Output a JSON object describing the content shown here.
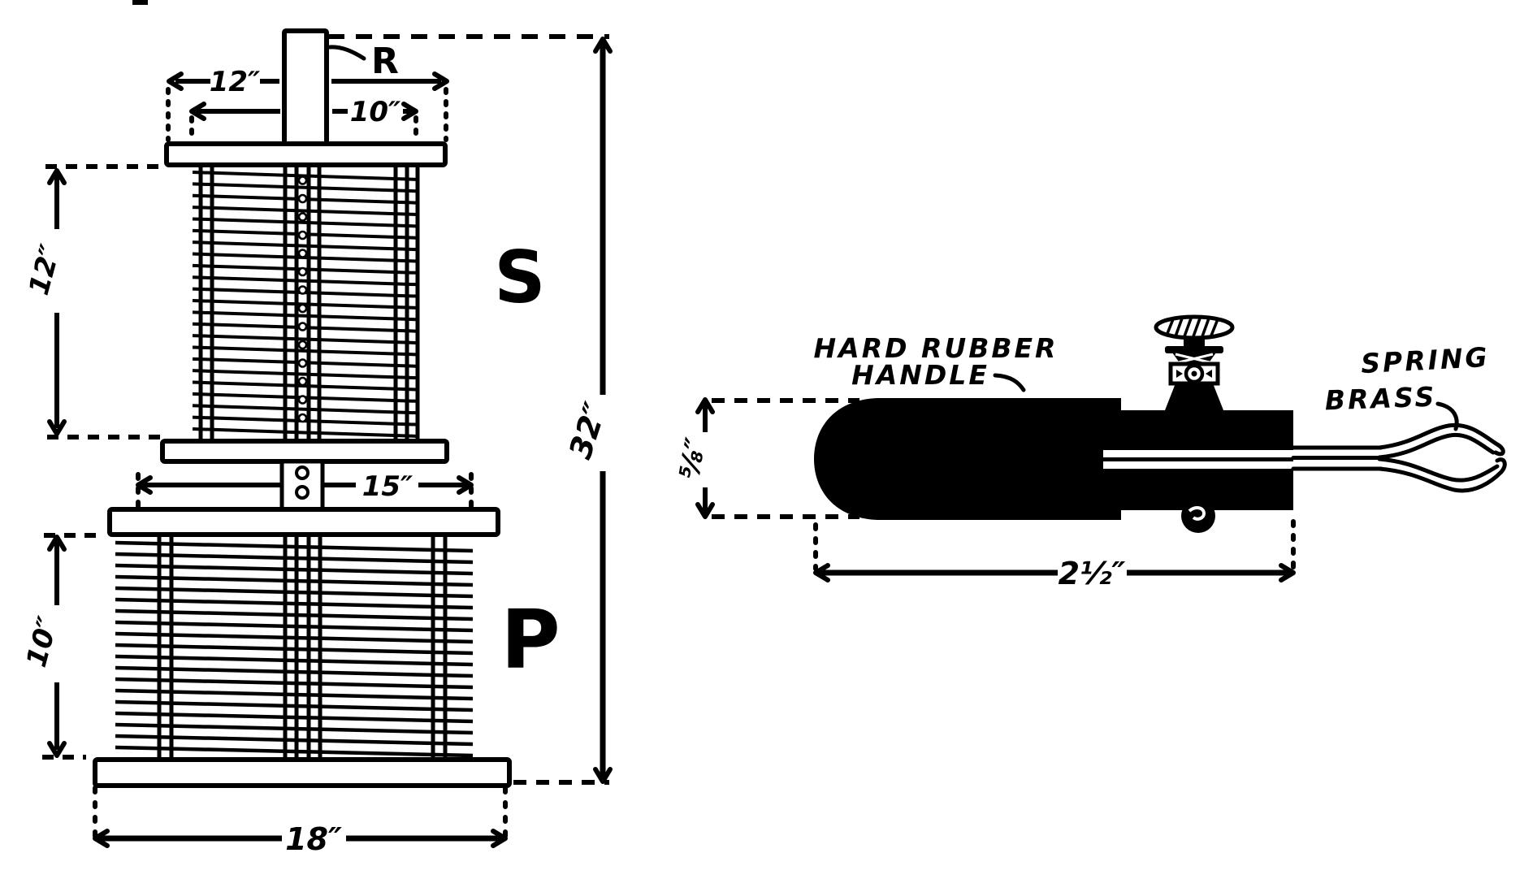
{
  "figure": {
    "paper_color": "#ffffff",
    "ink_color": "#000000"
  },
  "coil": {
    "rod_label": "R",
    "secondary_label": "S",
    "primary_label": "P",
    "dim_top_plate": "12″",
    "dim_core": "10″",
    "dim_secondary_height": "12″",
    "dim_middle_plate": "15″",
    "dim_primary_height": "10″",
    "dim_base": "18″",
    "dim_total_height": "32″"
  },
  "handle": {
    "label_line1": "HARD RUBBER",
    "label_line2": "HANDLE",
    "label_line3": "SPRING",
    "label_line4": "BRASS",
    "dim_diameter": "⅝″",
    "dim_length": "2½″"
  }
}
